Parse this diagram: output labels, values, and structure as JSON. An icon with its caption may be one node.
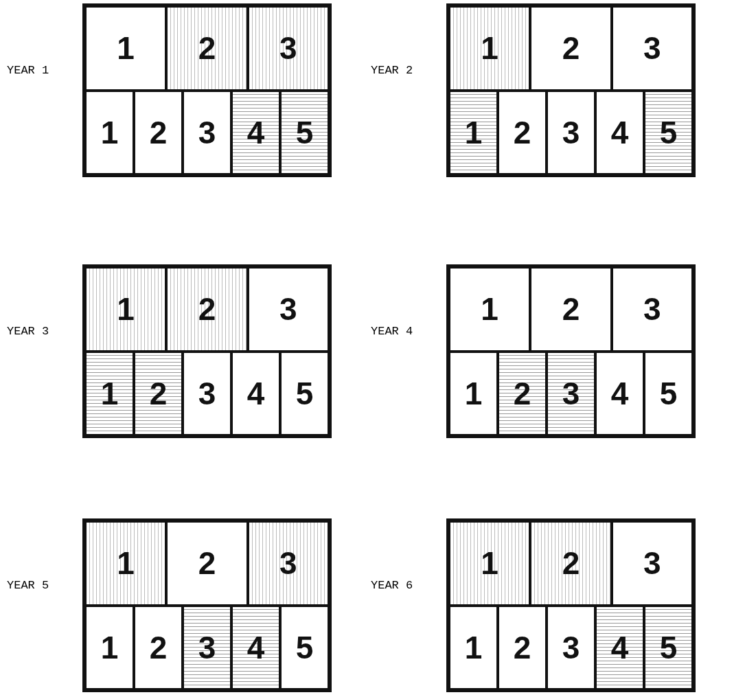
{
  "diagram": {
    "nodes": [
      {
        "text": [
          "YEAR 1"
        ]
      },
      {
        "text": [
          "1"
        ],
        "in": 0
      },
      {
        "text": [
          "2"
        ],
        "in": 0
      },
      {
        "text": [
          "3"
        ],
        "in": 0
      },
      {
        "text": [
          "1"
        ],
        "in": 0
      },
      {
        "text": [
          "2"
        ],
        "in": 0
      },
      {
        "text": [
          "3"
        ],
        "in": 0
      },
      {
        "text": [
          "4"
        ],
        "in": 0
      },
      {
        "text": [
          "5"
        ],
        "in": 0
      },
      {
        "text": [
          "YEAR 2"
        ]
      },
      {
        "text": [
          "1"
        ],
        "in": 9
      },
      {
        "text": [
          "2"
        ],
        "in": 9
      },
      {
        "text": [
          "3"
        ],
        "in": 9
      },
      {
        "text": [
          "1"
        ],
        "in": 9
      },
      {
        "text": [
          "2"
        ],
        "in": 9
      },
      {
        "text": [
          "3"
        ],
        "in": 9
      },
      {
        "text": [
          "4"
        ],
        "in": 9
      },
      {
        "text": [
          "5"
        ],
        "in": 9
      },
      {
        "text": [
          "YEAR 3"
        ]
      },
      {
        "text": [
          "1"
        ],
        "in": 18
      },
      {
        "text": [
          "2"
        ],
        "in": 18
      },
      {
        "text": [
          "3"
        ],
        "in": 18
      },
      {
        "text": [
          "1"
        ],
        "in": 18
      },
      {
        "text": [
          "2"
        ],
        "in": 18
      },
      {
        "text": [
          "3"
        ],
        "in": 18
      },
      {
        "text": [
          "4"
        ],
        "in": 18
      },
      {
        "text": [
          "5"
        ],
        "in": 18
      },
      {
        "text": [
          "YEAR 4"
        ]
      },
      {
        "text": [
          "1"
        ],
        "in": 27
      },
      {
        "text": [
          "2"
        ],
        "in": 27
      },
      {
        "text": [
          "3"
        ],
        "in": 27
      },
      {
        "text": [
          "1"
        ],
        "in": 27
      },
      {
        "text": [
          "2"
        ],
        "in": 27
      },
      {
        "text": [
          "3"
        ],
        "in": 27
      },
      {
        "text": [
          "4"
        ],
        "in": 27
      },
      {
        "text": [
          "5"
        ],
        "in": 27
      },
      {
        "text": [
          "YEAR 5"
        ]
      },
      {
        "text": [
          "1"
        ],
        "in": 36
      },
      {
        "text": [
          "2"
        ],
        "in": 36
      },
      {
        "text": [
          "3"
        ],
        "in": 36
      },
      {
        "text": [
          "1"
        ],
        "in": 36
      },
      {
        "text": [
          "2"
        ],
        "in": 36
      },
      {
        "text": [
          "3"
        ],
        "in": 36
      },
      {
        "text": [
          "4"
        ],
        "in": 36
      },
      {
        "text": [
          "5"
        ],
        "in": 36
      },
      {
        "text": [
          "YEAR 6"
        ]
      },
      {
        "text": [
          "1"
        ],
        "in": 45
      },
      {
        "text": [
          "2"
        ],
        "in": 45
      },
      {
        "text": [
          "3"
        ],
        "in": 45
      },
      {
        "text": [
          "1"
        ],
        "in": 45
      },
      {
        "text": [
          "2"
        ],
        "in": 45
      },
      {
        "text": [
          "3"
        ],
        "in": 45
      },
      {
        "text": [
          "4"
        ],
        "in": 45
      },
      {
        "text": [
          "5"
        ],
        "in": 45
      }
    ]
  }
}
